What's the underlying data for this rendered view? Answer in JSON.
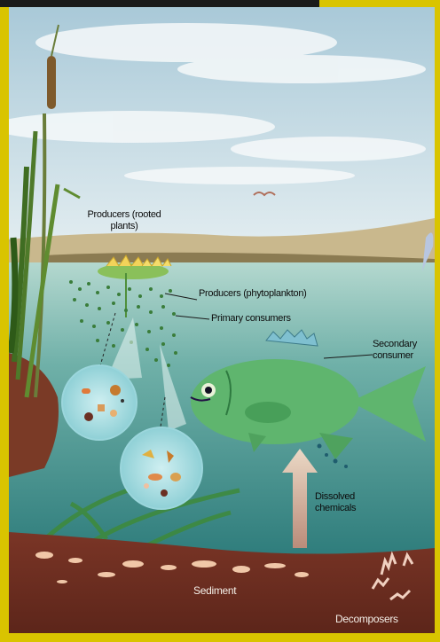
{
  "labels": {
    "producers_rooted_line1": "Producers (rooted",
    "producers_rooted_line2": "plants)",
    "producers_phytoplankton": "Producers (phytoplankton)",
    "primary_consumers": "Primary consumers",
    "secondary_consumer_line1": "Secondary",
    "secondary_consumer_line2": "consumer",
    "dissolved_chemicals_line1": "Dissolved",
    "dissolved_chemicals_line2": "chemicals",
    "sediment": "Sediment",
    "decomposers": "Decomposers"
  },
  "colors": {
    "frame": "#d9c400",
    "sky": "#dbe9ee",
    "water_surface": "#a9cfc7",
    "water_deep": "#3f8f8c",
    "sediment": "#6a2f22",
    "fish": "#55b06a"
  }
}
